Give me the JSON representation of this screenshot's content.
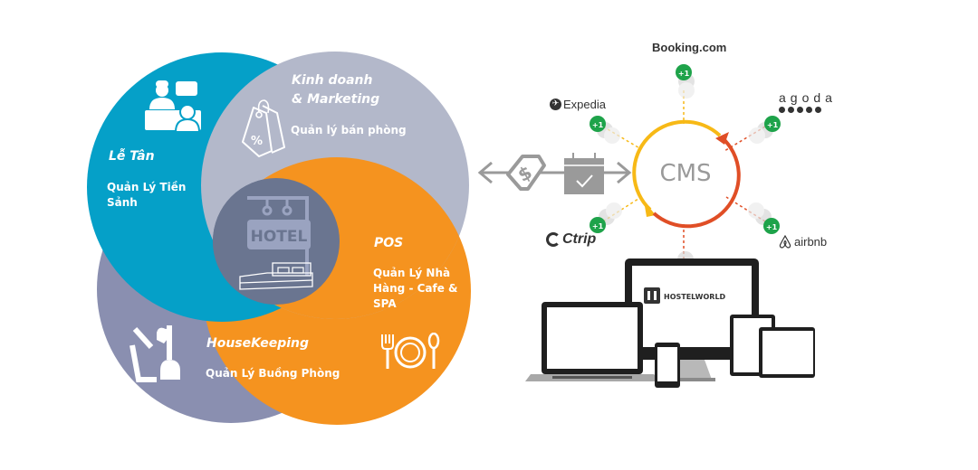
{
  "modules": [
    {
      "id": "le-tan",
      "title": "Lễ Tân",
      "subtitle": "Quản Lý Tiền Sảnh",
      "color": "#05a0c8",
      "icon": "reception-desk-icon"
    },
    {
      "id": "kinh-doanh",
      "title": "Kinh doanh & Marketing",
      "title_line1": "Kinh doanh",
      "title_line2": "& Marketing",
      "subtitle": "Quản lý bán phòng",
      "color": "#b3b8ca",
      "icon": "price-tags-icon"
    },
    {
      "id": "pos",
      "title": "POS",
      "subtitle": "Quản Lý Nhà Hàng - Cafe & SPA",
      "color": "#f5931f",
      "icon": "fork-plate-spoon-icon"
    },
    {
      "id": "housekeeping",
      "title": "HouseKeeping",
      "subtitle": "Quản Lý Buồng Phòng",
      "color": "#8a8fb0",
      "icon": "cleaning-bucket-broom-icon"
    }
  ],
  "center": {
    "sign_text": "HOTEL",
    "color": "#6a7590",
    "icon": "hotel-sign-bed-icon"
  },
  "connector": {
    "icons": [
      "price-tag-dollar-icon",
      "calendar-check-icon"
    ],
    "color": "#9a9a9a"
  },
  "cms": {
    "label": "CMS",
    "ring_colors": {
      "yellow": "#f7b916",
      "red": "#e04e26"
    },
    "badge_label": "+1",
    "badge_color": "#1ea34a",
    "channels": [
      {
        "name": "Booking.com",
        "position": "top"
      },
      {
        "name": "Expedia",
        "position": "top-left"
      },
      {
        "name": "agoda",
        "position": "top-right"
      },
      {
        "name": "Ctrip",
        "position": "bottom-left"
      },
      {
        "name": "airbnb",
        "position": "bottom-right"
      },
      {
        "name": "HOSTELWORLD",
        "position": "bottom"
      }
    ]
  },
  "devices": [
    "laptop",
    "desktop-monitor",
    "phone",
    "tablet-portrait",
    "tablet-landscape"
  ]
}
